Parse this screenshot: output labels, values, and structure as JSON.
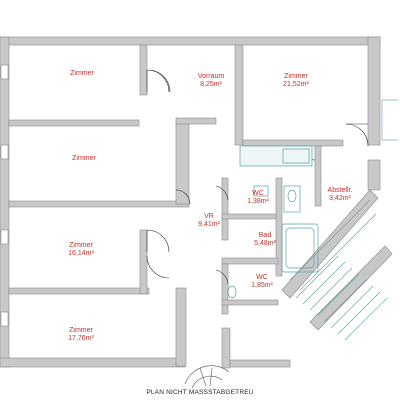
{
  "rooms": {
    "zimmer_1": {
      "name": "Zimmer",
      "area": ""
    },
    "vorraum": {
      "name": "Vorraum",
      "area": "8,25m²"
    },
    "zimmer_2": {
      "name": "Zimmer",
      "area": "21,52m²"
    },
    "zimmer_3": {
      "name": "Zimmer",
      "area": ""
    },
    "wc_1": {
      "name": "WC",
      "area": "1,38m²"
    },
    "abstellr": {
      "name": "Abstellr.",
      "area": "3,42m²"
    },
    "vr": {
      "name": "VR",
      "area": "9,41m²"
    },
    "bad": {
      "name": "Bad",
      "area": "5,48m²"
    },
    "zimmer_4": {
      "name": "Zimmer",
      "area": "16,14m²"
    },
    "wc_2": {
      "name": "WC",
      "area": "1,85m²"
    },
    "zimmer_5": {
      "name": "Zimmer",
      "area": "17,76m²"
    }
  },
  "note": "PLAN NICHT MASSSTABGETREU",
  "colors": {
    "wall": "#c8c8c8",
    "wall_edge": "#8a8a8a",
    "label": "#c0302a",
    "fixture": "#5aa0a8"
  }
}
